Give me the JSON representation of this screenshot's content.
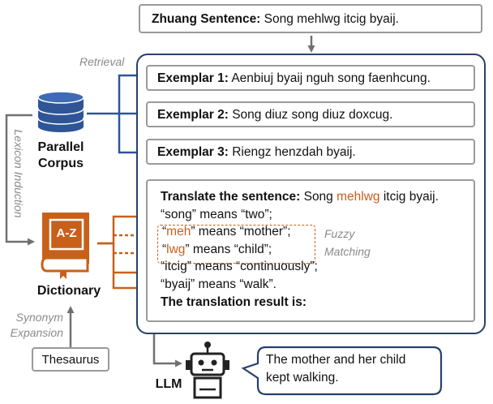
{
  "zhuang": {
    "label": "Zhuang Sentence:",
    "text": " Song mehlwg itcig byaij."
  },
  "exemplars": [
    {
      "label": "Exemplar 1:",
      "text": " Aenbiuj byaij nguh song faenhcung."
    },
    {
      "label": "Exemplar 2:",
      "text": " Song diuz song diuz doxcug."
    },
    {
      "label": "Exemplar 3:",
      "text": " Riengz henzdah byaij."
    }
  ],
  "prompt": {
    "instruction_label": "Translate the sentence:",
    "sentence_pre": " Song ",
    "sentence_highlight": "mehlwg",
    "sentence_post": " itcig byaij.",
    "entry_song": "“song” means “two”;",
    "entry_meh_q1": "“",
    "entry_meh_word": "meh",
    "entry_meh_rest": "” means “mother”;",
    "entry_lwg_q1": "“",
    "entry_lwg_word": "lwg",
    "entry_lwg_rest": "” means “child”;",
    "entry_itcig": "“itcig” means “continuously”;",
    "entry_byaij": "“byaij” means “walk”.",
    "result_label": "The translation result is:"
  },
  "labels": {
    "retrieval": "Retrieval",
    "parallel_corpus_1": "Parallel",
    "parallel_corpus_2": "Corpus",
    "lexicon_induction": "Lexicon Induction",
    "dictionary": "Dictionary",
    "dictionary_icon_text": "A-Z",
    "fuzzy_1": "Fuzzy",
    "fuzzy_2": "Matching",
    "synonym_1": "Synonym",
    "synonym_2": "Expansion",
    "thesaurus": "Thesaurus",
    "llm": "LLM"
  },
  "output": {
    "line1": "The mother and her child",
    "line2": "kept walking."
  },
  "colors": {
    "navy": "#27416b",
    "blue": "#2f5597",
    "orange": "#c8601a",
    "gray": "#7f7f7f"
  }
}
